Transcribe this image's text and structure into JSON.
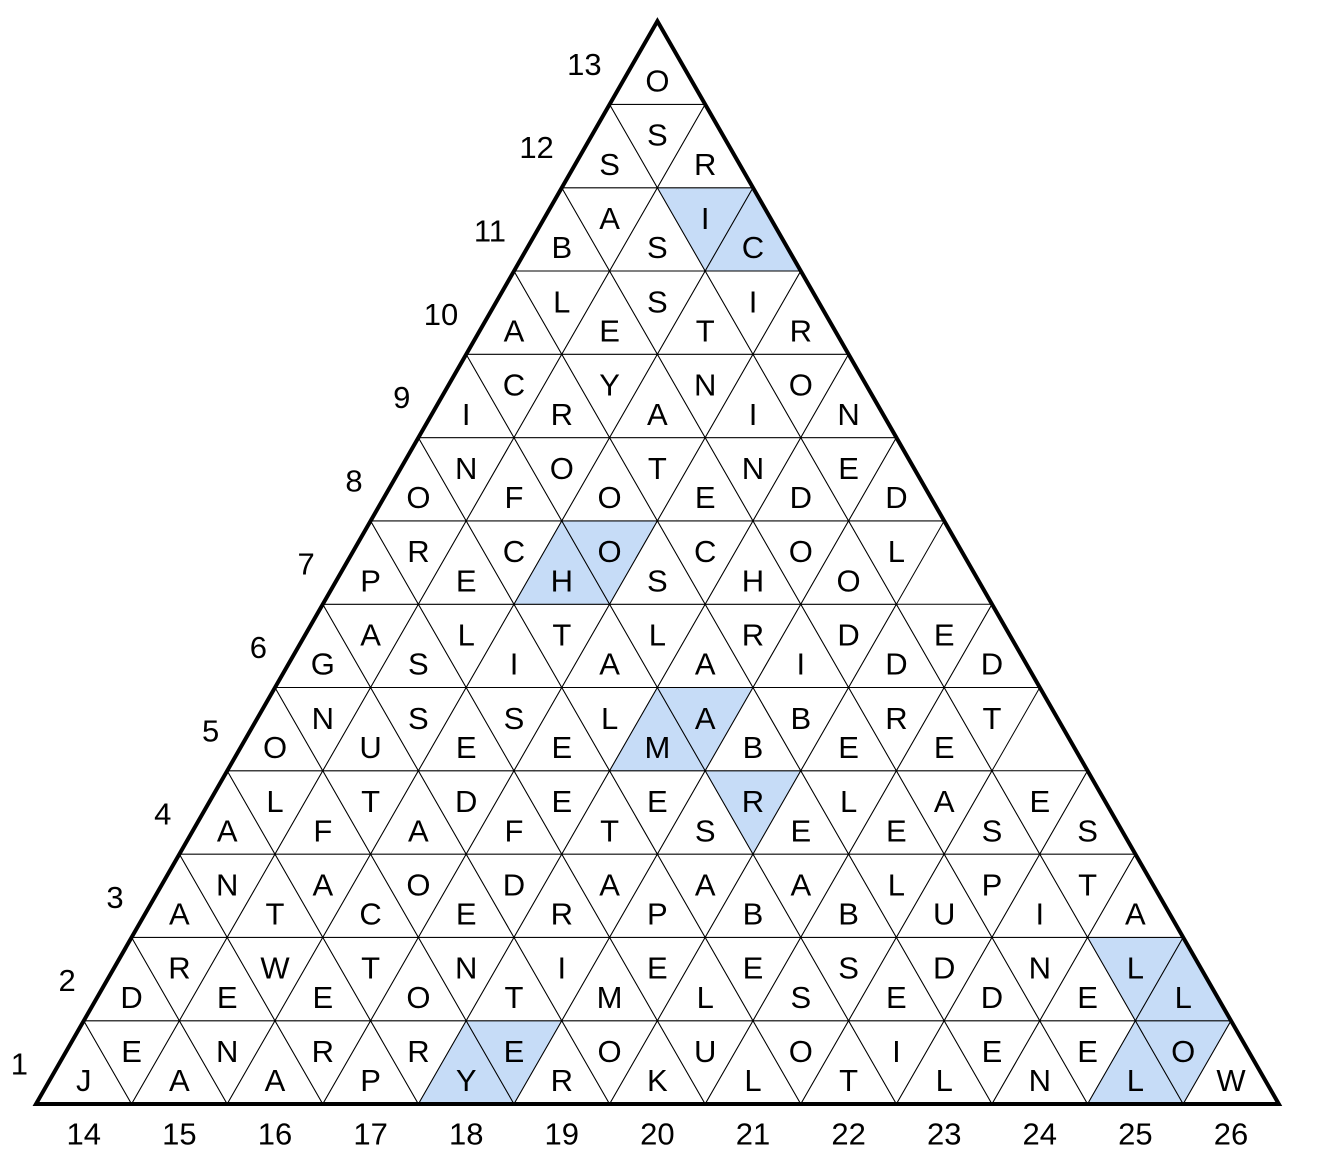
{
  "puzzle": {
    "rows": [
      "JEANARPRYEROKULOTILENELOW",
      "DREWETONTIMELESSEDDNELL",
      "ANTACOEDRAPABABLUPITA",
      "ALFTADFETESRELEASES",
      "ONUSESELMABBERET",
      "GASLITALARIDDED",
      "PRECHOSCHOOL",
      "ONFOOTENDED",
      "ICRYANION",
      "ALESTIR",
      "BASIC",
      "SSR",
      "O"
    ],
    "highlight_color": "#c6dcf7",
    "highlighted_cells": [
      [
        1,
        9
      ],
      [
        1,
        10
      ],
      [
        1,
        23
      ],
      [
        1,
        24
      ],
      [
        2,
        22
      ],
      [
        2,
        23
      ],
      [
        4,
        12
      ],
      [
        5,
        9
      ],
      [
        5,
        10
      ],
      [
        7,
        5
      ],
      [
        7,
        6
      ],
      [
        11,
        4
      ],
      [
        11,
        5
      ]
    ],
    "row_labels": [
      "1",
      "2",
      "3",
      "4",
      "5",
      "6",
      "7",
      "8",
      "9",
      "10",
      "11",
      "12",
      "13"
    ],
    "column_labels": [
      "14",
      "15",
      "16",
      "17",
      "18",
      "19",
      "20",
      "21",
      "22",
      "23",
      "24",
      "25",
      "26"
    ]
  }
}
